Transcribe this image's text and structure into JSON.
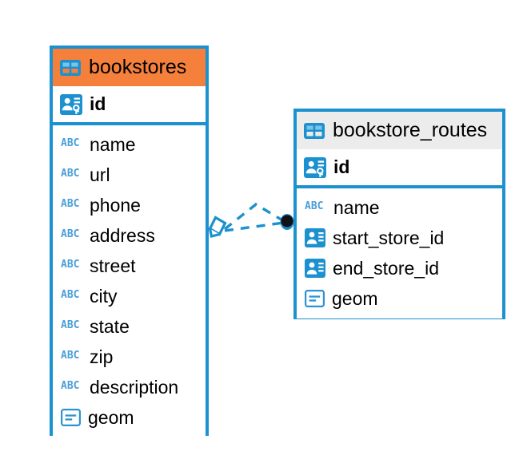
{
  "diagram": {
    "type": "entity-relationship-diagram",
    "background_color": "#ffffff",
    "accent_color": "#1b91d0",
    "entities": [
      {
        "name": "bookstores",
        "header_color": "#f5803c",
        "title_icon": "table-icon",
        "primary_key": {
          "label": "id",
          "icon": "primary-key-icon"
        },
        "fields": [
          {
            "label": "name",
            "icon": "abc-icon",
            "icon_text": "ABC"
          },
          {
            "label": "url",
            "icon": "abc-icon",
            "icon_text": "ABC"
          },
          {
            "label": "phone",
            "icon": "abc-icon",
            "icon_text": "ABC"
          },
          {
            "label": "address",
            "icon": "abc-icon",
            "icon_text": "ABC"
          },
          {
            "label": "street",
            "icon": "abc-icon",
            "icon_text": "ABC"
          },
          {
            "label": "city",
            "icon": "abc-icon",
            "icon_text": "ABC"
          },
          {
            "label": "state",
            "icon": "abc-icon",
            "icon_text": "ABC"
          },
          {
            "label": "zip",
            "icon": "abc-icon",
            "icon_text": "ABC"
          },
          {
            "label": "description",
            "icon": "abc-icon",
            "icon_text": "ABC"
          },
          {
            "label": "geom",
            "icon": "geometry-icon"
          }
        ]
      },
      {
        "name": "bookstore_routes",
        "header_color": "#ececec",
        "title_icon": "table-icon",
        "primary_key": {
          "label": "id",
          "icon": "primary-key-icon"
        },
        "fields": [
          {
            "label": "name",
            "icon": "abc-icon",
            "icon_text": "ABC"
          },
          {
            "label": "start_store_id",
            "icon": "foreign-key-icon"
          },
          {
            "label": "end_store_id",
            "icon": "foreign-key-icon"
          },
          {
            "label": "geom",
            "icon": "geometry-icon"
          }
        ]
      }
    ],
    "relationship": {
      "line_style": "dashed",
      "line_color": "#1b91d0",
      "source_marker": "crows-foot-diamond",
      "target_marker": "filled-circle",
      "target_marker_color": "#121212"
    }
  }
}
